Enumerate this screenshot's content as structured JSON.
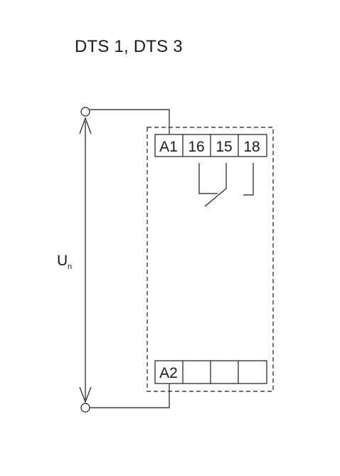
{
  "title": "DTS 1, DTS 3",
  "supply": {
    "label": "U",
    "subscript": "n"
  },
  "terminals": {
    "top": [
      "A1",
      "16",
      "15",
      "18"
    ],
    "bottom": [
      "A2",
      "",
      "",
      ""
    ]
  }
}
